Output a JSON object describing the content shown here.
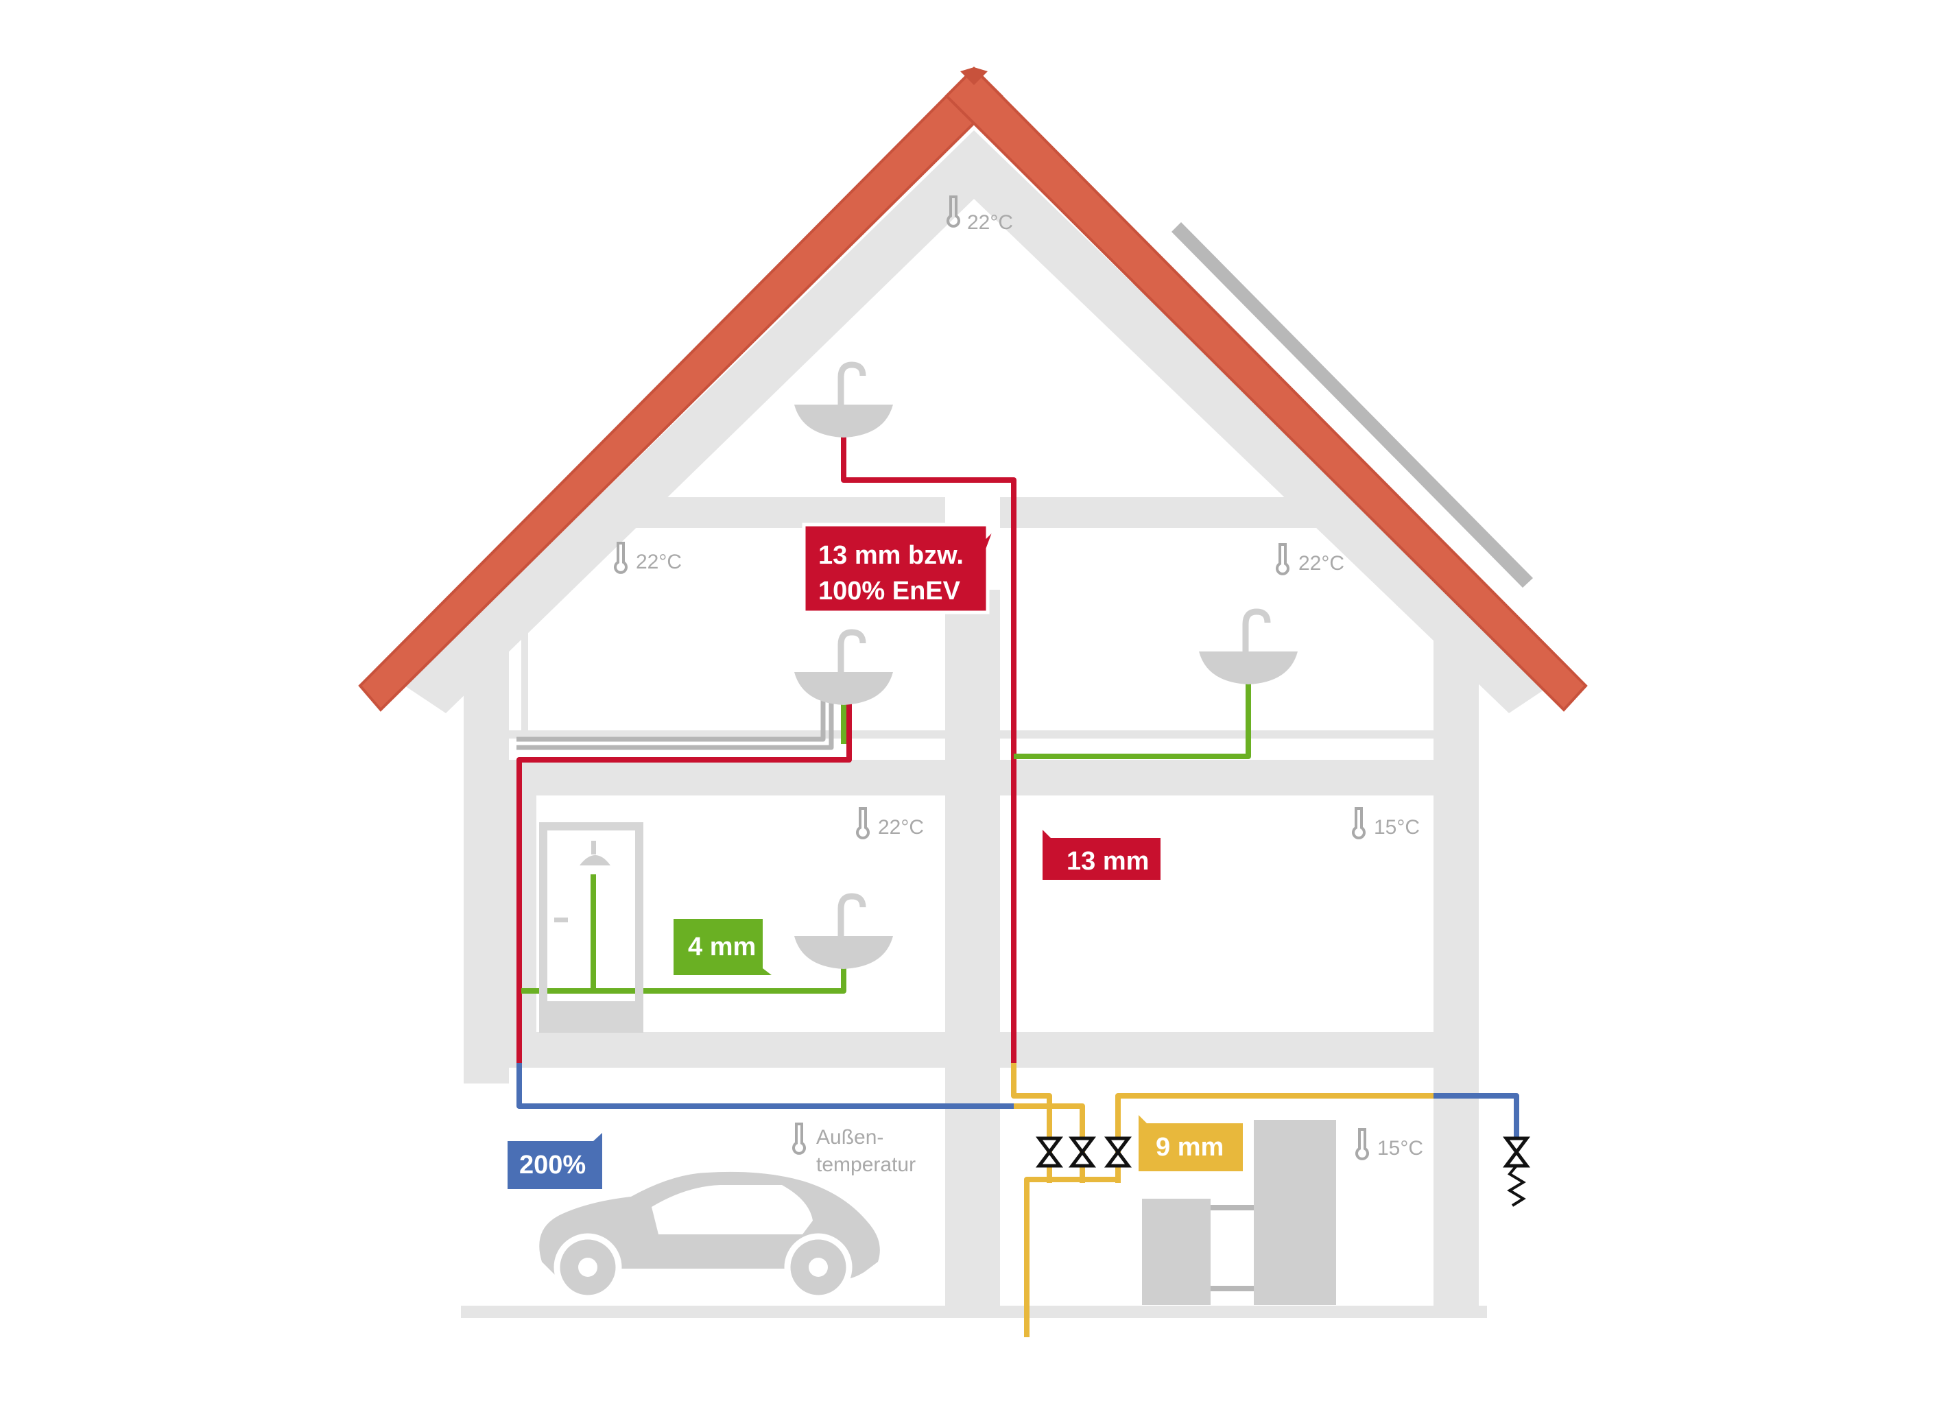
{
  "temperatures": {
    "attic": "22°C",
    "upper_left": "22°C",
    "upper_right": "22°C",
    "middle_left": "22°C",
    "middle_right": "15°C",
    "garage_line1": "Außen-",
    "garage_line2": "temperatur",
    "basement_right": "15°C"
  },
  "labels": {
    "riser_line1": "13 mm bzw.",
    "riser_line2": "100% EnEV",
    "riser_13mm": "13 mm",
    "branch_4mm": "4 mm",
    "basement_9mm": "9 mm",
    "garage_200": "200%"
  },
  "colors": {
    "roof": "#d9634a",
    "roof_edge": "#c8523c",
    "hot_pipe": "#c8102e",
    "thin_pipe": "#6ab023",
    "cold_pipe": "#4a6fb5",
    "supply_pipe": "#e8b83c",
    "wall": "#e5e5e5",
    "fixture": "#cfcfcf",
    "temperature_text": "#a9a9a9"
  },
  "icons": [
    "thermometer-icon",
    "sink-icon",
    "shower-icon",
    "valve-icon",
    "car-icon",
    "boiler-icon",
    "solar-panel-icon"
  ]
}
